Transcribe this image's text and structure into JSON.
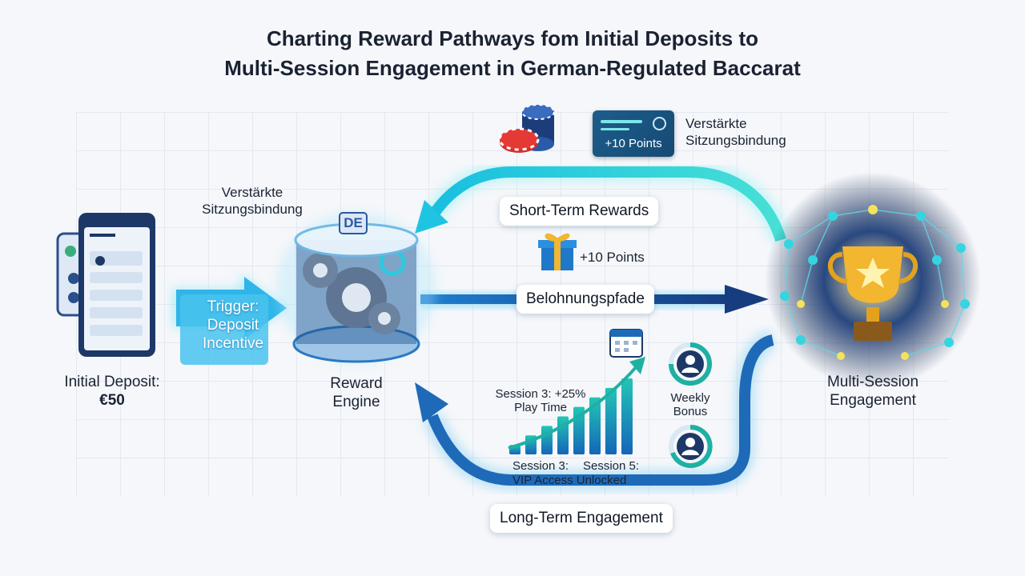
{
  "title": {
    "line1": "Charting Reward Pathways fom Initial Deposits to",
    "line2": "Multi-Session Engagement in German-Regulated Baccarat"
  },
  "nodes": {
    "initial_deposit": {
      "line1": "Initial Deposit:",
      "line2": "€50"
    },
    "trigger": {
      "line1": "Trigger:",
      "line2": "Deposit",
      "line3": "Incentive"
    },
    "reward_engine": {
      "line1": "Reward",
      "line2": "Engine",
      "badge": "DE"
    },
    "multi_session": {
      "line1": "Multi-Session",
      "line2": "Engagement"
    }
  },
  "annotations": {
    "session_binding_left": {
      "line1": "Verstärkte",
      "line2": "Sitzungsbindung"
    },
    "session_binding_right": {
      "line1": "Verstärkte",
      "line2": "Sitzungsbindung"
    },
    "card_points": "+10 Points",
    "gift_points": "+10 Points",
    "short_term": "Short-Term Rewards",
    "reward_paths": "Belohnungspfade",
    "long_term": "Long-Term Engagement",
    "session3_play": {
      "line1": "Session 3: +25%",
      "line2": "Play Time"
    },
    "session3_label": "Session 3:",
    "session5_label": "Session 5:",
    "vip": "VIP Access Unlocked",
    "weekly_bonus": {
      "line1": "Weekly",
      "line2": "Bonus"
    }
  },
  "colors": {
    "cyan": "#2cc9de",
    "blue": "#1f5fa6",
    "navy": "#1a3a6e",
    "teal": "#19b3a3",
    "gold": "#f2b631"
  },
  "growth_chart": {
    "type": "bar",
    "values": [
      1,
      2,
      3,
      4,
      5,
      6,
      7,
      8
    ]
  }
}
